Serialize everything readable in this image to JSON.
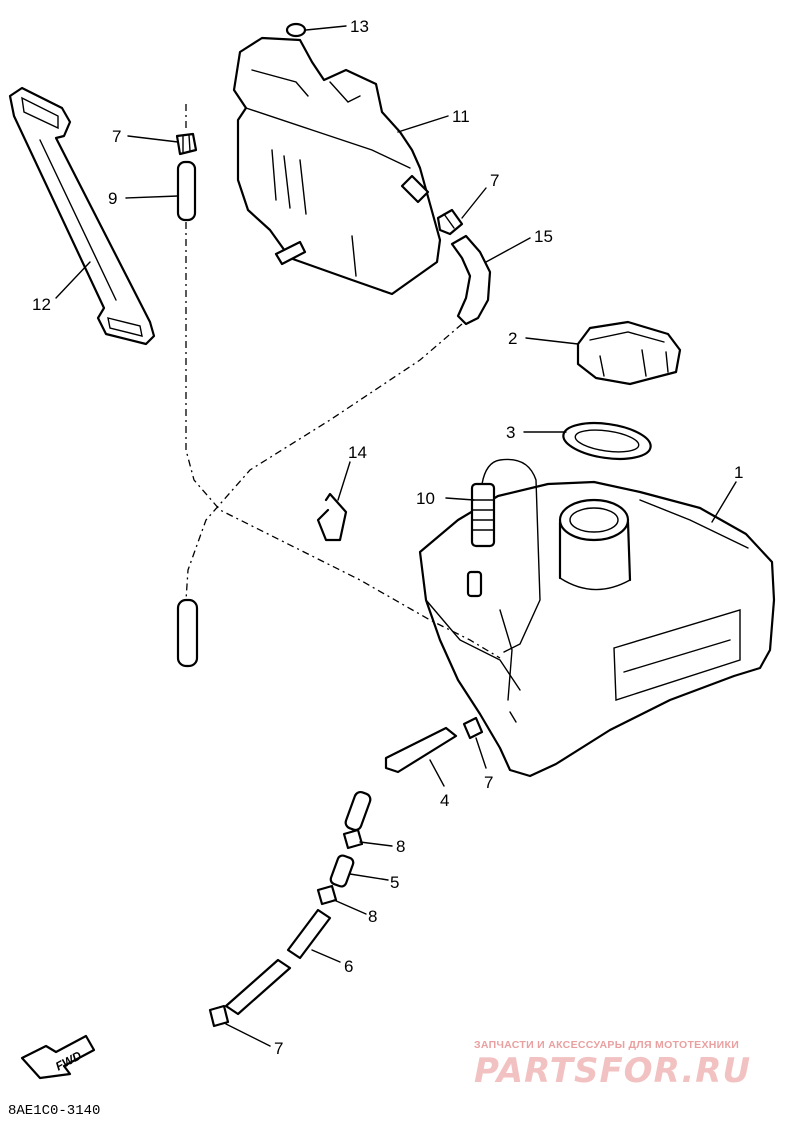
{
  "callouts": {
    "p1": "1",
    "p2": "2",
    "p3": "3",
    "p4": "4",
    "p5": "5",
    "p6": "6",
    "p7a": "7",
    "p7b": "7",
    "p7c": "7",
    "p7d": "7",
    "p8a": "8",
    "p8b": "8",
    "p9": "9",
    "p10": "10",
    "p11": "11",
    "p12": "12",
    "p13": "13",
    "p14": "14",
    "p15": "15"
  },
  "diagram_code": "8AE1C0-3140",
  "direction_badge": "FWD",
  "watermark": {
    "tagline": "ЗАПЧАСТИ И АКСЕССУАРЫ ДЛЯ МОТОТЕХНИКИ",
    "logo": "PARTSFOR.RU"
  }
}
